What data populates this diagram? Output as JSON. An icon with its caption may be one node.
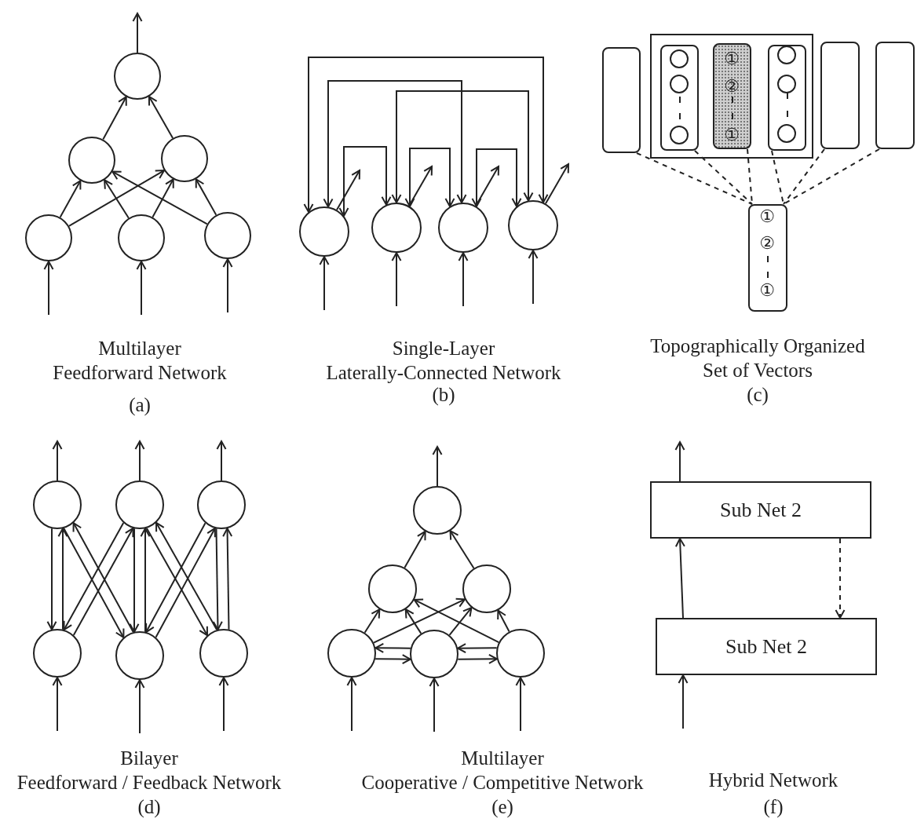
{
  "diagram": {
    "nodes": [
      {
        "text": [],
        "shape": "circle"
      },
      {
        "text": [],
        "shape": "circle"
      },
      {
        "text": [],
        "shape": "circle"
      },
      {
        "text": [],
        "shape": "circle"
      },
      {
        "text": [],
        "shape": "circle"
      },
      {
        "text": [],
        "shape": "circle"
      },
      {
        "text": [],
        "shape": "circle"
      },
      {
        "text": [],
        "shape": "circle"
      },
      {
        "text": [],
        "shape": "circle"
      },
      {
        "text": [],
        "shape": "circle"
      },
      {
        "text": [],
        "shape": "box"
      },
      {
        "text": [],
        "shape": "box"
      },
      {
        "text": [],
        "shape": "box",
        "in": 11
      },
      {
        "text": [],
        "shape": "circle",
        "in": 12
      },
      {
        "text": [],
        "shape": "circle",
        "in": 12
      },
      {
        "text": [],
        "shape": "circle",
        "in": 12
      },
      {
        "text": [],
        "shape": "box",
        "in": 11
      },
      {
        "text": [
          "①"
        ],
        "in": 16
      },
      {
        "text": [
          "②"
        ],
        "in": 16
      },
      {
        "text": [
          "①"
        ],
        "in": 16
      },
      {
        "text": [],
        "shape": "box",
        "in": 11
      },
      {
        "text": [],
        "shape": "circle",
        "in": 20
      },
      {
        "text": [],
        "shape": "circle",
        "in": 20
      },
      {
        "text": [],
        "shape": "circle",
        "in": 20
      },
      {
        "text": [],
        "shape": "box"
      },
      {
        "text": [],
        "shape": "box"
      },
      {
        "text": [],
        "shape": "box"
      },
      {
        "text": [
          "①"
        ],
        "in": 26
      },
      {
        "text": [
          "②"
        ],
        "in": 26
      },
      {
        "text": [
          "①"
        ],
        "in": 26
      },
      {
        "text": [],
        "shape": "circle"
      },
      {
        "text": [],
        "shape": "circle"
      },
      {
        "text": [],
        "shape": "circle"
      },
      {
        "text": [],
        "shape": "circle"
      },
      {
        "text": [],
        "shape": "circle"
      },
      {
        "text": [],
        "shape": "circle"
      },
      {
        "text": [],
        "shape": "circle"
      },
      {
        "text": [],
        "shape": "circle"
      },
      {
        "text": [],
        "shape": "circle"
      },
      {
        "text": [],
        "shape": "circle"
      },
      {
        "text": [],
        "shape": "circle"
      },
      {
        "text": [],
        "shape": "circle"
      },
      {
        "text": [
          "Sub Net 2"
        ]
      },
      {
        "text": [
          "Sub Net 2"
        ]
      }
    ],
    "edges": [
      {
        "from": null,
        "to": 3,
        "arrow": "to"
      },
      {
        "from": null,
        "to": 4,
        "arrow": "to"
      },
      {
        "from": null,
        "to": 5,
        "arrow": "to"
      },
      {
        "from": 3,
        "to": 1,
        "arrow": "to"
      },
      {
        "from": 3,
        "to": 2,
        "arrow": "to"
      },
      {
        "from": 4,
        "to": 1,
        "arrow": "to"
      },
      {
        "from": 4,
        "to": 2,
        "arrow": "to"
      },
      {
        "from": 5,
        "to": 1,
        "arrow": "to"
      },
      {
        "from": 5,
        "to": 2,
        "arrow": "to"
      },
      {
        "from": 1,
        "to": 0,
        "arrow": "to"
      },
      {
        "from": 2,
        "to": 0,
        "arrow": "to"
      },
      {
        "from": 0,
        "to": null,
        "arrow": "to"
      },
      {
        "from": null,
        "to": 6,
        "arrow": "to"
      },
      {
        "from": null,
        "to": 7,
        "arrow": "to"
      },
      {
        "from": null,
        "to": 8,
        "arrow": "to"
      },
      {
        "from": null,
        "to": 9,
        "arrow": "to"
      },
      {
        "from": 6,
        "to": null,
        "arrow": "to"
      },
      {
        "from": 7,
        "to": null,
        "arrow": "to"
      },
      {
        "from": 8,
        "to": null,
        "arrow": "to"
      },
      {
        "from": 9,
        "to": null,
        "arrow": "to"
      },
      {
        "from": 6,
        "to": 9,
        "arrow": "both"
      },
      {
        "from": 6,
        "to": 8,
        "arrow": "both"
      },
      {
        "from": 7,
        "to": 9,
        "arrow": "both"
      },
      {
        "from": 6,
        "to": 7,
        "arrow": "both"
      },
      {
        "from": 7,
        "to": 8,
        "arrow": "both"
      },
      {
        "from": 8,
        "to": 9,
        "arrow": "both"
      },
      {
        "from": 10,
        "to": 26,
        "arrow": "none",
        "style": "dashed"
      },
      {
        "from": 12,
        "to": 26,
        "arrow": "none",
        "style": "dashed"
      },
      {
        "from": 16,
        "to": 26,
        "arrow": "none",
        "style": "dashed"
      },
      {
        "from": 20,
        "to": 26,
        "arrow": "none",
        "style": "dashed"
      },
      {
        "from": 24,
        "to": 26,
        "arrow": "none",
        "style": "dashed"
      },
      {
        "from": 25,
        "to": 26,
        "arrow": "none",
        "style": "dashed"
      },
      {
        "from": null,
        "to": 33,
        "arrow": "to"
      },
      {
        "from": null,
        "to": 34,
        "arrow": "to"
      },
      {
        "from": null,
        "to": 35,
        "arrow": "to"
      },
      {
        "from": 30,
        "to": null,
        "arrow": "to"
      },
      {
        "from": 31,
        "to": null,
        "arrow": "to"
      },
      {
        "from": 32,
        "to": null,
        "arrow": "to"
      },
      {
        "from": 30,
        "to": 33,
        "arrow": "to"
      },
      {
        "from": 33,
        "to": 30,
        "arrow": "to"
      },
      {
        "from": 30,
        "to": 34,
        "arrow": "to"
      },
      {
        "from": 34,
        "to": 30,
        "arrow": "to"
      },
      {
        "from": 31,
        "to": 33,
        "arrow": "to"
      },
      {
        "from": 33,
        "to": 31,
        "arrow": "to"
      },
      {
        "from": 31,
        "to": 34,
        "arrow": "to"
      },
      {
        "from": 34,
        "to": 31,
        "arrow": "to"
      },
      {
        "from": 31,
        "to": 35,
        "arrow": "to"
      },
      {
        "from": 35,
        "to": 31,
        "arrow": "to"
      },
      {
        "from": 32,
        "to": 34,
        "arrow": "to"
      },
      {
        "from": 34,
        "to": 32,
        "arrow": "to"
      },
      {
        "from": 32,
        "to": 35,
        "arrow": "to"
      },
      {
        "from": 35,
        "to": 32,
        "arrow": "to"
      },
      {
        "from": null,
        "to": 39,
        "arrow": "to"
      },
      {
        "from": null,
        "to": 40,
        "arrow": "to"
      },
      {
        "from": null,
        "to": 41,
        "arrow": "to"
      },
      {
        "from": 36,
        "to": null,
        "arrow": "to"
      },
      {
        "from": 37,
        "to": 36,
        "arrow": "to"
      },
      {
        "from": 38,
        "to": 36,
        "arrow": "to"
      },
      {
        "from": 39,
        "to": 37,
        "arrow": "to"
      },
      {
        "from": 39,
        "to": 38,
        "arrow": "to"
      },
      {
        "from": 40,
        "to": 37,
        "arrow": "to"
      },
      {
        "from": 40,
        "to": 38,
        "arrow": "to"
      },
      {
        "from": 41,
        "to": 37,
        "arrow": "to"
      },
      {
        "from": 41,
        "to": 38,
        "arrow": "to"
      },
      {
        "from": 39,
        "to": 40,
        "arrow": "to"
      },
      {
        "from": 40,
        "to": 39,
        "arrow": "to"
      },
      {
        "from": 40,
        "to": 41,
        "arrow": "to"
      },
      {
        "from": 41,
        "to": 40,
        "arrow": "to"
      },
      {
        "from": null,
        "to": 43,
        "arrow": "to"
      },
      {
        "from": 43,
        "to": 42,
        "arrow": "to"
      },
      {
        "from": 42,
        "to": null,
        "arrow": "to"
      },
      {
        "from": 42,
        "to": 43,
        "arrow": "to",
        "style": "dashed"
      }
    ],
    "labels": [
      "Multilayer Feedforward Network",
      "(a)",
      "Single-Layer Laterally-Connected Network",
      "(b)",
      "Topographically Organized Set of Vectors",
      "(c)",
      "Bilayer Feedforward / Feedback Network",
      "(d)",
      "Multilayer Cooperative / Competitive Network",
      "(e)",
      "Hybrid Network",
      "(f)"
    ]
  }
}
